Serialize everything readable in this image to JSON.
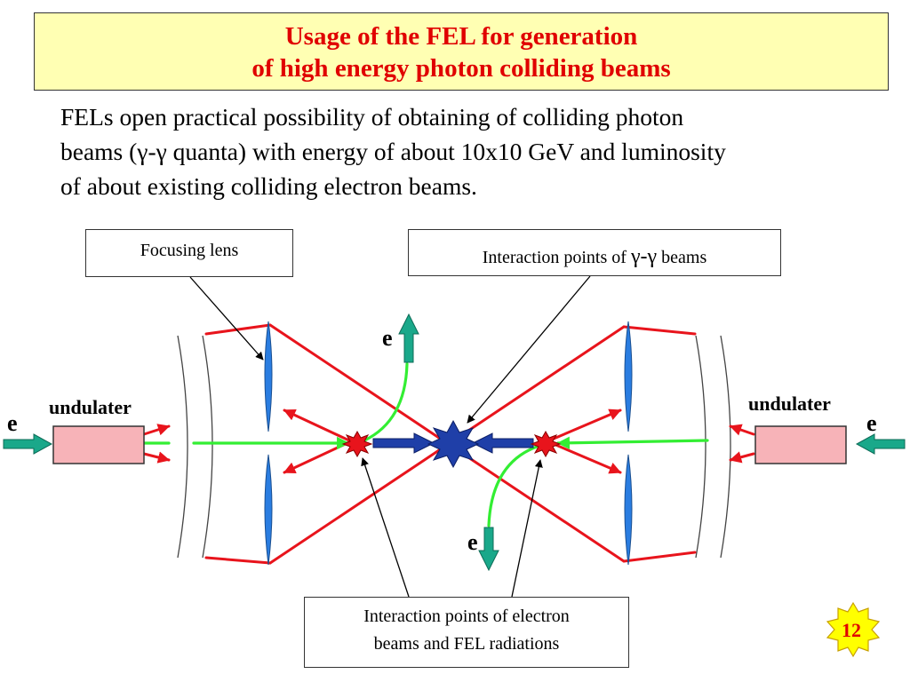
{
  "title": {
    "line1": "Usage of the FEL for generation",
    "line2": "of high energy photon colliding beams"
  },
  "intro": {
    "line1": "FELs open practical possibility of obtaining of colliding photon",
    "line2": "beams (γ-γ quanta) with energy of about 10x10 GeV and luminosity",
    "line3": "of about existing colliding electron beams."
  },
  "callouts": {
    "focusing_lens": "Focusing lens",
    "gamma_gamma_prefix": "Interaction points of ",
    "gamma_gamma_symbol": "γ-γ",
    "gamma_gamma_suffix": " beams",
    "electron_fel_line1": "Interaction points of electron",
    "electron_fel_line2": "beams and FEL radiations"
  },
  "labels": {
    "undulater_left": "undulater",
    "undulater_right": "undulater",
    "electron_left": "e",
    "electron_right": "e",
    "electron_top": "e",
    "electron_bottom": "e"
  },
  "page_number": "12",
  "colors": {
    "title_bg": "#ffffb3",
    "title_text": "#e00000",
    "laser": "#e8141c",
    "electron_beam": "#33ee33",
    "electron_arrow": "#1aa88a",
    "lens": "#2a7de1",
    "undulator": "#f7b3b8",
    "gamma_beam": "#1f3fa8",
    "badge": "#ffff00"
  }
}
